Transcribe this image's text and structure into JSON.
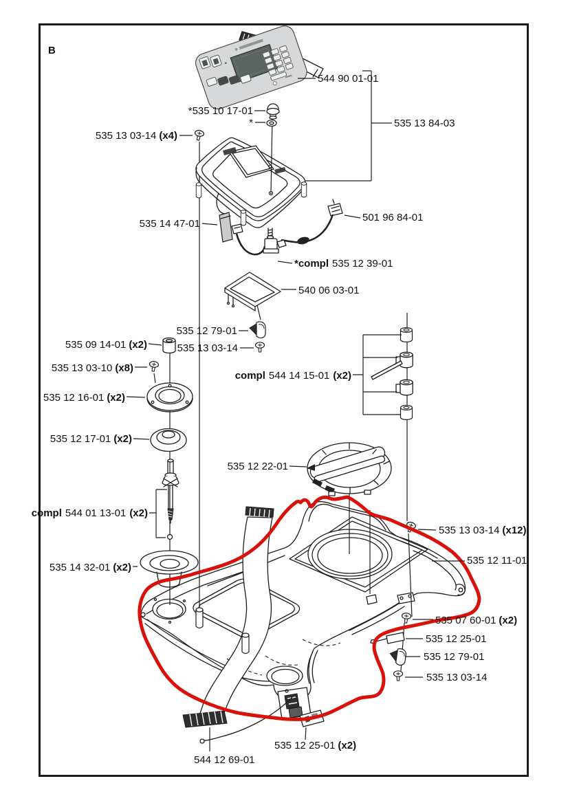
{
  "figure": {
    "letter": "B"
  },
  "colors": {
    "highlight_red": "#d8120a",
    "line_black": "#1c1c1c",
    "panel_gray": "#d6d8d9",
    "lcd_gray": "#5c6460"
  },
  "labels": [
    {
      "text": "544 90 01-01"
    },
    {
      "text": "*535 10 17-01"
    },
    {
      "text": "*"
    },
    {
      "text": "535 13 03-14",
      "qty": "(x4)"
    },
    {
      "text": "535 13 84-03"
    },
    {
      "text": "535 14 47-01"
    },
    {
      "text": "501 96 84-01"
    },
    {
      "prefix": "*compl",
      "text": "535 12 39-01"
    },
    {
      "text": "540 06 03-01"
    },
    {
      "text": "535 12 79-01"
    },
    {
      "text": "535 13 03-14"
    },
    {
      "text": "535 09 14-01",
      "qty": "(x2)"
    },
    {
      "text": "535 13 03-10",
      "qty": "(x8)"
    },
    {
      "text": "535 12 16-01",
      "qty": "(x2)"
    },
    {
      "text": "535 12 17-01",
      "qty": "(x2)"
    },
    {
      "prefix": "compl",
      "text": "544 14 15-01",
      "qty": "(x2)"
    },
    {
      "text": "535 12 22-01"
    },
    {
      "prefix": "compl",
      "text": "544 01 13-01",
      "qty": "(x2)"
    },
    {
      "text": "535 14 32-01",
      "qty": "(x2)"
    },
    {
      "text": "535 13 03-14",
      "qty": "(x12)"
    },
    {
      "text": "535 12 11-01"
    },
    {
      "text": "535 07 60-01",
      "qty": "(x2)"
    },
    {
      "text": "535 12 25-01"
    },
    {
      "text": "535 12 79-01"
    },
    {
      "text": "535 13 03-14"
    },
    {
      "text": "535 12 25-01",
      "qty": "(x2)"
    },
    {
      "text": "544 12 69-01"
    }
  ]
}
